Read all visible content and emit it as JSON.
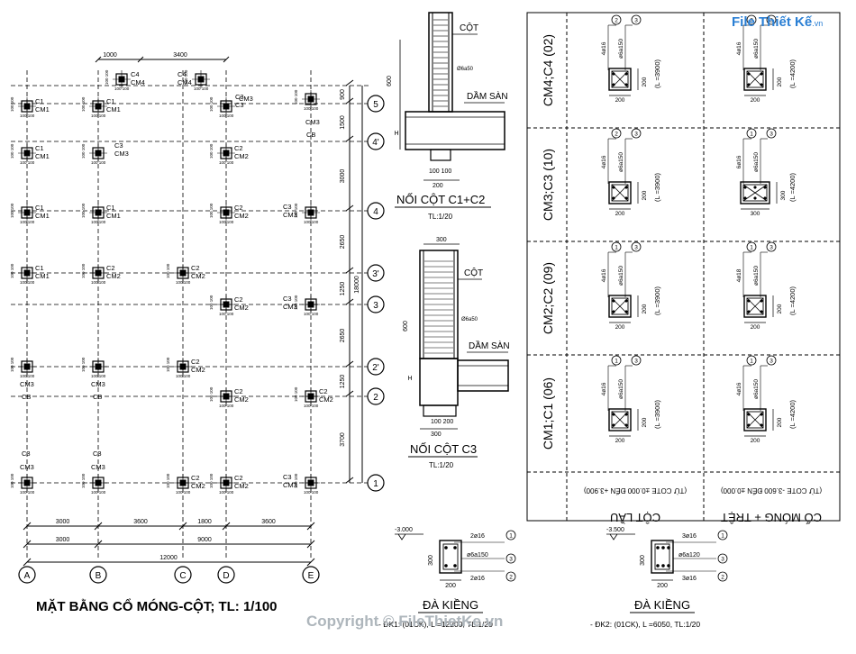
{
  "plan": {
    "title": "MẶT BẰNG CỔ MÓNG-CỘT; TL: 1/100",
    "grid_x": [
      "A",
      "B",
      "C",
      "D",
      "E"
    ],
    "grid_y": [
      "1",
      "2",
      "2'",
      "3",
      "3'",
      "4",
      "4'",
      "5"
    ],
    "dims_bottom_row1": [
      "3000",
      "3600",
      "1800",
      "3600"
    ],
    "dims_bottom_row2": [
      "3000",
      "9000"
    ],
    "dims_bottom_total": "12000",
    "dims_top": [
      "1000",
      "3400"
    ],
    "dims_right": [
      "3700",
      "1250",
      "2650",
      "1250",
      "2650",
      "3000",
      "1500",
      "900"
    ],
    "dims_right_total": "18000"
  },
  "labels": {
    "c1": "C1",
    "c2": "C2",
    "c3": "C3",
    "c4": "C4",
    "cm1": "CM1",
    "cm2": "CM2",
    "cm3": "CM3",
    "cm4": "CM4",
    "cb": "CB",
    "d100": "100 100"
  },
  "detail1": {
    "title": "NỐI CỘT C1+C2",
    "scale": "TL:1/20",
    "cot": "CỘT",
    "dam_san": "DẦM SÀN",
    "stirrup": "Ø6a50",
    "dim_600": "600",
    "dim_h": "H",
    "dim_100": "100 100",
    "dim_200": "200"
  },
  "detail2": {
    "title": "NỐI CỘT C3",
    "scale": "TL:1/20",
    "cot": "CỘT",
    "dam_san": "DẦM SÀN",
    "stirrup": "Ø6a50",
    "dim_300": "300",
    "dim_600": "600",
    "dim_h": "H",
    "dim_100": "100 200",
    "dim_300b": "300"
  },
  "table": {
    "rows": [
      {
        "label": "CM4;C4 (02)"
      },
      {
        "label": "CM3;C3 (10)"
      },
      {
        "label": "CM2;C2 (09)"
      },
      {
        "label": "CM1;C1 (06)"
      }
    ],
    "left_col": {
      "bars": [
        "4ø16",
        "4ø16",
        "4ø16",
        "4ø16"
      ],
      "stirrups": [
        "ø6a150",
        "ø6a150",
        "ø6a150",
        "ø6a150"
      ],
      "length": "(L =3900)",
      "dim": "200",
      "header": "CỘT LẦU",
      "header_sub": "(TỪ COTE ±0.000 ĐẾN +3.900)"
    },
    "right_col": {
      "bars": [
        "4ø16",
        "6ø16",
        "4ø18",
        "4ø16"
      ],
      "stirrups": [
        "ø6a150",
        "ø6a150",
        "ø6a150",
        "ø6a150"
      ],
      "length": "(L =4200)",
      "dims": [
        "200",
        "300",
        "200",
        "200"
      ],
      "header": "CỔ MÓNG + TRỆT",
      "header_sub": "(TỪ COTE -3.600 ĐẾN ±0.000)"
    },
    "markers": [
      "1",
      "2",
      "3"
    ]
  },
  "beam1": {
    "title": "ĐÀ KIỀNG",
    "note": "- ĐK1: (01CK), L =12200, TL:1/20",
    "level": "-3.000",
    "top_bars": "2ø16",
    "stirrup": "ø6a150",
    "bot_bars": "2ø16",
    "dim_h": "300",
    "dim_w": "200"
  },
  "beam2": {
    "title": "ĐÀ KIỀNG",
    "note": "- ĐK2: (01CK), L =6050, TL:1/20",
    "level": "-3.500",
    "top_bars": "3ø16",
    "stirrup": "ø6a120",
    "bot_bars": "3ø16",
    "dim_h": "300",
    "dim_w": "200"
  },
  "brand": {
    "logo_main": "File Thiết Kế",
    "logo_sub": ".vn",
    "watermark": "Copyright © FileThietKe.vn"
  },
  "colors": {
    "line": "#000000",
    "logo": "#2a7fd4",
    "watermark": "#aeb6bc"
  }
}
